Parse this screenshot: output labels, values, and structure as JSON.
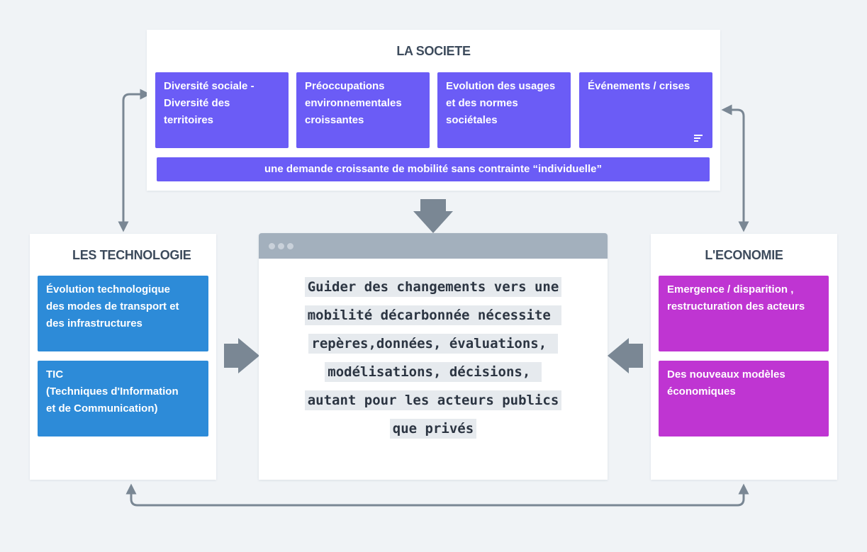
{
  "colors": {
    "background": "#f0f3f6",
    "purple": "#6b5cf6",
    "blue": "#2d8bd8",
    "magenta": "#bf35d2",
    "arrow": "#7a8794",
    "title": "#3d4b5c"
  },
  "societe": {
    "title": "LA SOCIETE",
    "cards": [
      {
        "lines": [
          "Diversité sociale -",
          "Diversité des",
          "territoires"
        ]
      },
      {
        "lines": [
          "Préoccupations",
          "environnementales",
          "croissantes"
        ]
      },
      {
        "lines": [
          "Evolution des usages",
          "et des normes",
          "sociétales"
        ]
      },
      {
        "lines": [
          "Événements / crises"
        ],
        "icon": "menu-lines-icon"
      }
    ],
    "demand": "une demande croissante de mobilité sans contrainte “individuelle”"
  },
  "technologie": {
    "title": "LES TECHNOLOGIE",
    "cards": [
      {
        "lines": [
          "Évolution technologique",
          "des modes de transport et",
          "des infrastructures"
        ]
      },
      {
        "lines": [
          "TIC",
          "(Techniques d'Information",
          "et de Communication)"
        ]
      }
    ]
  },
  "economie": {
    "title": "L'ECONOMIE",
    "cards": [
      {
        "lines": [
          "Emergence / disparition ,",
          "restructuration des acteurs"
        ]
      },
      {
        "lines": [
          "Des nouveaux modèles",
          "économiques"
        ]
      }
    ]
  },
  "center": {
    "lines": [
      "Guider des changements vers une",
      "mobilité décarbonnée nécessite ",
      "repères,données, évaluations, ",
      "modélisations, décisions, ",
      "autant pour les acteurs publics",
      "que privés"
    ]
  }
}
